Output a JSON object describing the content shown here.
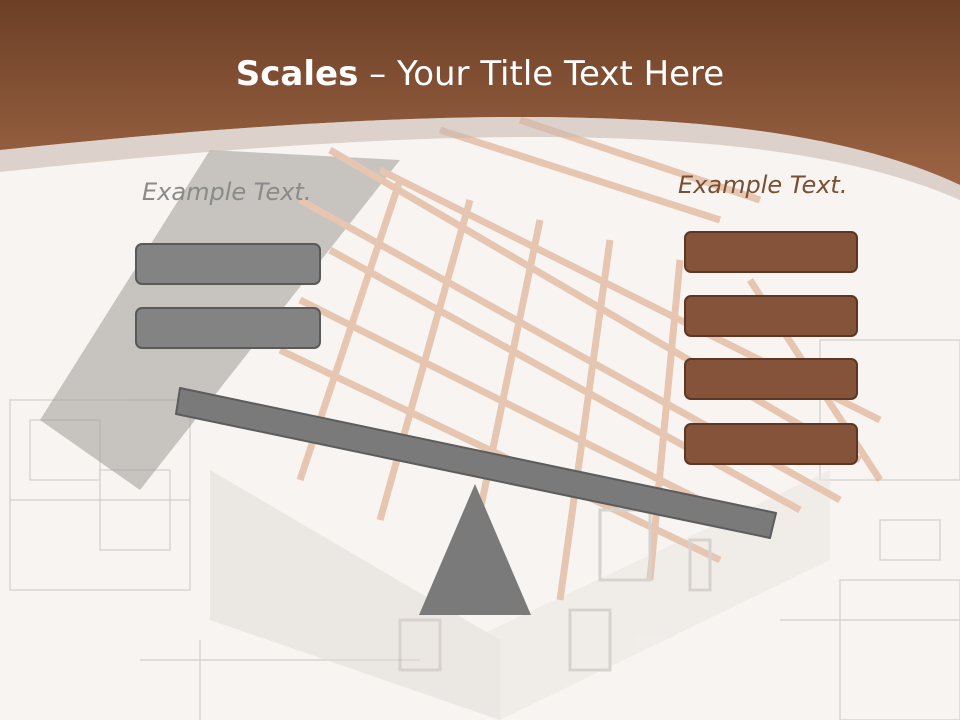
{
  "slide": {
    "title_bold": "Scales",
    "title_rest": " – Your Title Text Here",
    "left_label": "Example Text.",
    "right_label": "Example Text."
  },
  "left_boxes": [
    "",
    ""
  ],
  "right_boxes": [
    "",
    "",
    "",
    ""
  ],
  "colors": {
    "header_brown": "#8b5334",
    "left_box": "#838383",
    "right_box": "#85533a",
    "scale_gray": "#7a7a7a"
  }
}
